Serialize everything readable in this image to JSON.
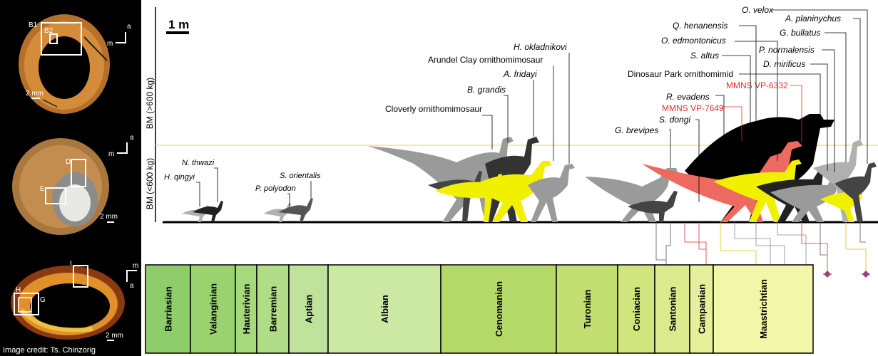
{
  "scale_bar": {
    "label": "1 m"
  },
  "axis": {
    "upper_label": "BM (>600 kg)",
    "lower_label": "BM (<600 kg)"
  },
  "micrographs": {
    "scale_labels": [
      "2 mm",
      "2 mm",
      "2 mm"
    ],
    "box_labels_top": [
      "B1",
      "B2"
    ],
    "box_labels_mid": [
      "D",
      "E"
    ],
    "box_labels_bottom": [
      "I",
      "H",
      "G"
    ],
    "orientation": {
      "a": "a",
      "m": "m"
    },
    "credit": "Image credit: Ts. Chinzorig"
  },
  "taxa_left": {
    "h_qingyi": "H. qingyi",
    "n_thwazi": "N. thwazi",
    "p_polyodon": "P. polyodon",
    "s_orientalis": "S. orientalis"
  },
  "taxa_mid": {
    "cloverly": "Cloverly ornithomimosaur",
    "b_grandis": "B. grandis",
    "a_fridayi": "A. fridayi",
    "arundel": "Arundel Clay ornithomimosaur",
    "h_okladnikovi": "H. okladnikovi"
  },
  "taxa_right": {
    "g_brevipes": "G. brevipes",
    "s_dongi": "S. dongi",
    "mmns_7649": "MMNS VP-7649",
    "r_evadens": "R. evadens",
    "mmns_6332": "MMNS VP-6332",
    "dinosaur_park": "Dinosaur Park ornithomimid",
    "d_mirificus": "D. mirificus",
    "s_altus": "S. altus",
    "p_normalensis": "P. normalensis",
    "o_edmontonicus": "O. edmontonicus",
    "g_bullatus": "G. bullatus",
    "q_henanensis": "Q. henanensis",
    "a_planinychus": "A. planinychus",
    "o_velox": "O. velox"
  },
  "stages": [
    {
      "label": "Barriasian",
      "color": "#8fcc6a"
    },
    {
      "label": "Valanginian",
      "color": "#9ad270"
    },
    {
      "label": "Hauterivian",
      "color": "#a6d87c"
    },
    {
      "label": "Barremian",
      "color": "#b2dd88"
    },
    {
      "label": "Aptian",
      "color": "#bfe39a"
    },
    {
      "label": "Albian",
      "color": "#cce9a4"
    },
    {
      "label": "Cenomanian",
      "color": "#b5d968"
    },
    {
      "label": "Turonian",
      "color": "#c3df72"
    },
    {
      "label": "Coniacian",
      "color": "#d0e57e"
    },
    {
      "label": "Santonian",
      "color": "#dbea8c"
    },
    {
      "label": "Campanian",
      "color": "#e6f09a"
    },
    {
      "label": "Maastrichtian",
      "color": "#f2f6a8"
    }
  ],
  "colors": {
    "highlight_red": "#e03030",
    "silhouette_yellow": "#f0f000",
    "silhouette_grey": "#9a9a9a",
    "silhouette_dark": "#3a3a3a",
    "salmon": "#ee6a60",
    "threshold_line": "#e8e070"
  }
}
